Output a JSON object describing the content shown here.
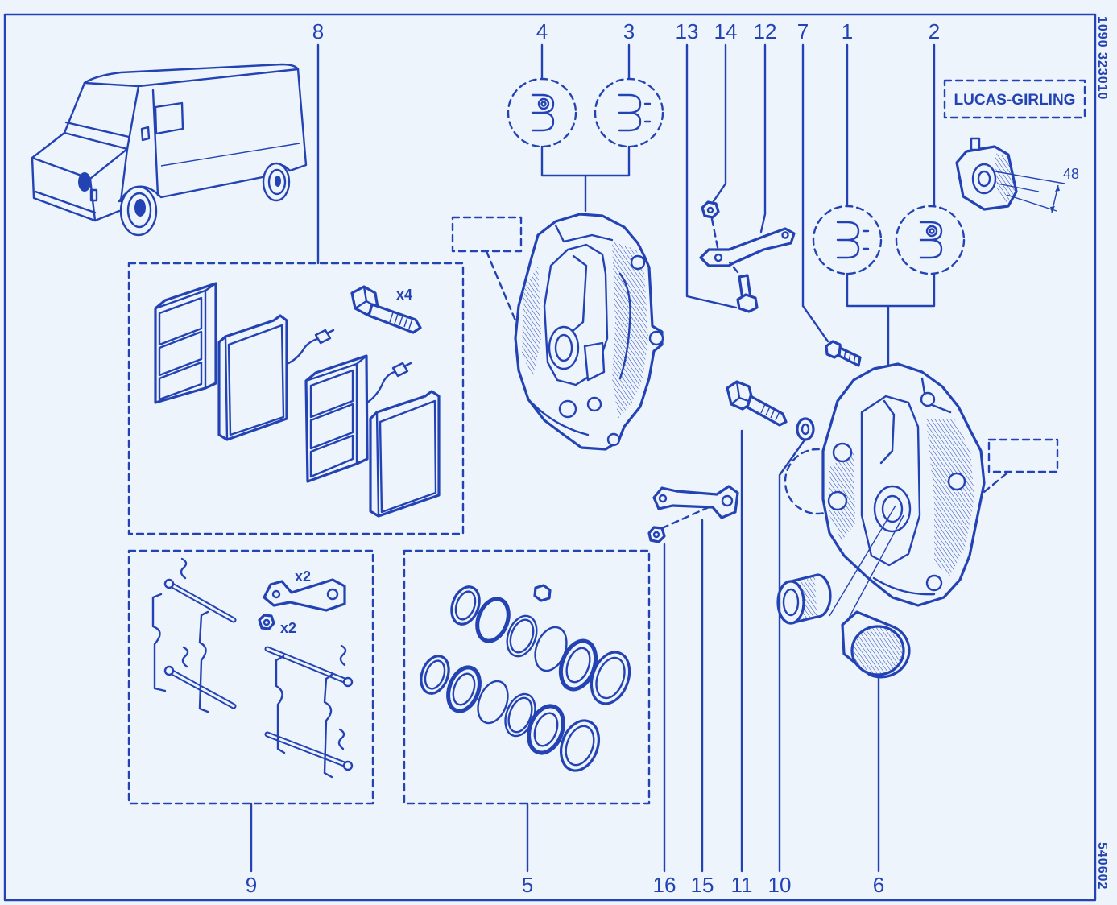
{
  "colors": {
    "ink": "#2343b4",
    "background": "#eef4fb"
  },
  "callouts": {
    "p1": "1",
    "p2": "2",
    "p3": "3",
    "p4": "4",
    "p5": "5",
    "p6": "6",
    "p7": "7",
    "p8": "8",
    "p9": "9",
    "p10": "10",
    "p11": "11",
    "p12": "12",
    "p13": "13",
    "p14": "14",
    "p15": "15",
    "p16": "16"
  },
  "brand_label": "LUCAS-GIRLING",
  "reference_codes": {
    "top": "1090  323010",
    "bottom": "540602"
  },
  "quantities": {
    "bolt": "x4",
    "bracket": "x2",
    "nut": "x2"
  },
  "dimension": "48"
}
